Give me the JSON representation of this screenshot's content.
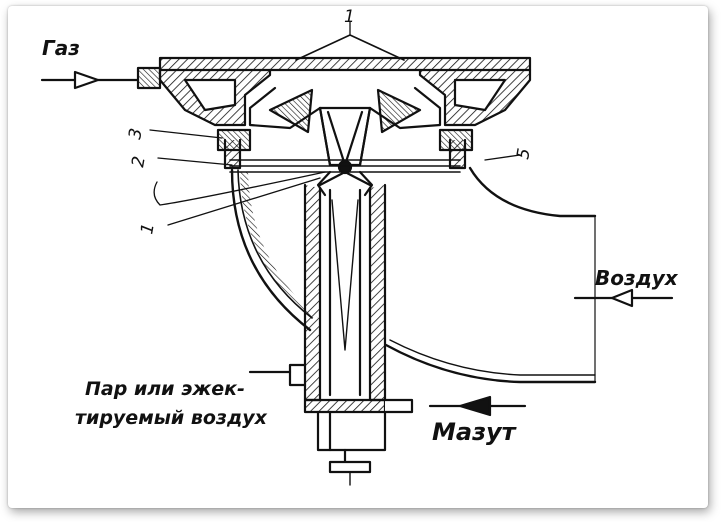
{
  "labels": {
    "gas": "Газ",
    "air": "Воздух",
    "mazut": "Мазут",
    "steam_line1": "Пар или эжек-",
    "steam_line2": "тируемый воздух"
  },
  "callouts": [
    "1",
    "2",
    "3",
    "5",
    "1"
  ],
  "colors": {
    "ink": "#111111",
    "paper": "#ffffff"
  }
}
